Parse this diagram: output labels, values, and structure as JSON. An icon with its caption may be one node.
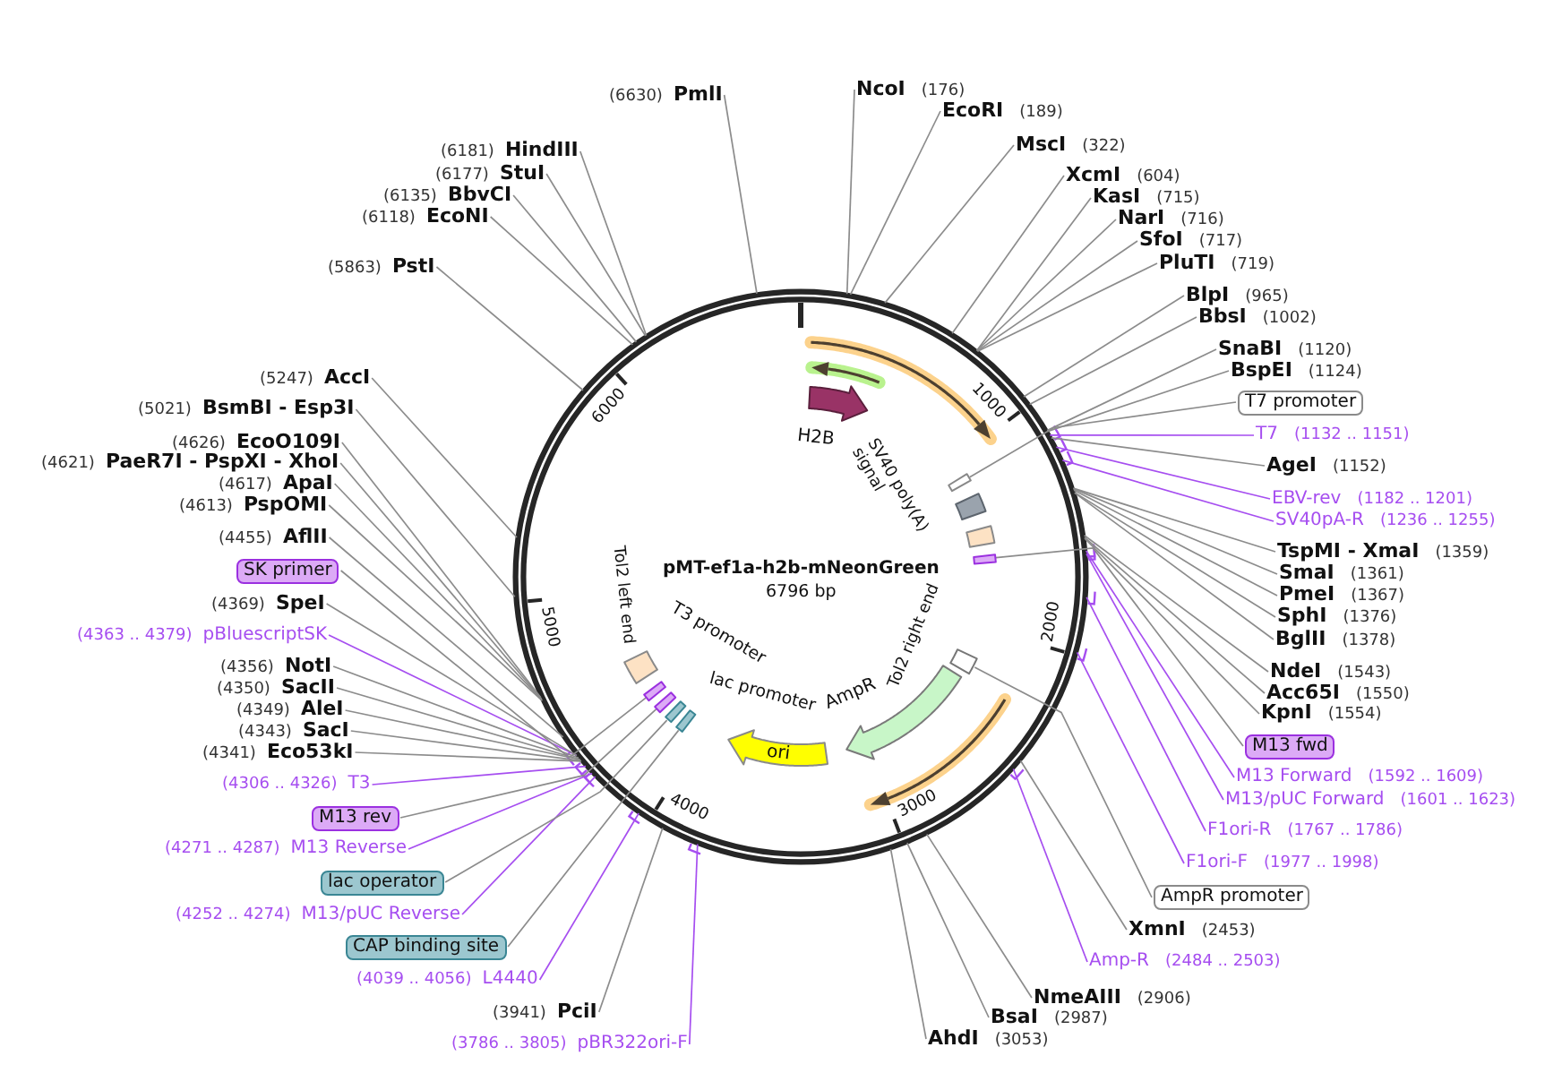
{
  "diagram": {
    "nodes": [
      {
        "text": [
          "pMT-ef1a-h2b-mNeonGreen",
          "6796 bp"
        ]
      },
      {
        "text": [
          "H2B"
        ],
        "in": 0
      },
      {
        "text": [],
        "shape": "bar",
        "in": 0
      },
      {
        "text": [
          "SV40 poly(A) signal"
        ],
        "in": 0
      },
      {
        "text": [
          "Tol2 right end"
        ],
        "in": 0
      },
      {
        "text": [],
        "shape": "bar",
        "in": 0
      },
      {
        "text": [],
        "shape": "box",
        "in": 0
      },
      {
        "text": [
          "AmpR"
        ],
        "in": 0
      },
      {
        "text": [
          "ori"
        ],
        "in": 0
      },
      {
        "text": [
          "lac promoter"
        ],
        "in": 0
      },
      {
        "text": [],
        "shape": "bar",
        "in": 0
      },
      {
        "text": [],
        "shape": "bar",
        "in": 0
      },
      {
        "text": [],
        "shape": "bar",
        "in": 0
      },
      {
        "text": [
          "T3 promoter"
        ],
        "in": 0
      },
      {
        "text": [],
        "shape": "bar",
        "in": 0
      },
      {
        "text": [
          "Tol2 left end"
        ],
        "in": 0
      },
      {
        "text": [
          "NcoI",
          "(176)"
        ]
      },
      {
        "text": [
          "EcoRI",
          "(189)"
        ]
      },
      {
        "text": [
          "MscI",
          "(322)"
        ]
      },
      {
        "text": [
          "XcmI",
          "(604)"
        ]
      },
      {
        "text": [
          "KasI",
          "(715)"
        ]
      },
      {
        "text": [
          "NarI",
          "(716)"
        ]
      },
      {
        "text": [
          "SfoI",
          "(717)"
        ]
      },
      {
        "text": [
          "PluTI",
          "(719)"
        ]
      },
      {
        "text": [
          "BlpI",
          "(965)"
        ]
      },
      {
        "text": [
          "BbsI",
          "(1002)"
        ]
      },
      {
        "text": [
          "SnaBI",
          "(1120)"
        ]
      },
      {
        "text": [
          "BspEI",
          "(1124)"
        ]
      },
      {
        "text": [
          "T7 promoter"
        ]
      },
      {
        "text": [
          "T7",
          "(1132 .. 1151)"
        ]
      },
      {
        "text": [
          "AgeI",
          "(1152)"
        ]
      },
      {
        "text": [
          "EBV-rev",
          "(1182 .. 1201)"
        ]
      },
      {
        "text": [
          "SV40pA-R",
          "(1236 .. 1255)"
        ]
      },
      {
        "text": [
          "TspMI - XmaI",
          "(1359)"
        ]
      },
      {
        "text": [
          "SmaI",
          "(1361)"
        ]
      },
      {
        "text": [
          "PmeI",
          "(1367)"
        ]
      },
      {
        "text": [
          "SphI",
          "(1376)"
        ]
      },
      {
        "text": [
          "BglII",
          "(1378)"
        ]
      },
      {
        "text": [
          "NdeI",
          "(1543)"
        ]
      },
      {
        "text": [
          "Acc65I",
          "(1550)"
        ]
      },
      {
        "text": [
          "KpnI",
          "(1554)"
        ]
      },
      {
        "text": [
          "M13 fwd"
        ]
      },
      {
        "text": [
          "M13 Forward",
          "(1592 .. 1609)"
        ]
      },
      {
        "text": [
          "M13/pUC Forward",
          "(1601 .. 1623)"
        ]
      },
      {
        "text": [
          "F1ori-R",
          "(1767 .. 1786)"
        ]
      },
      {
        "text": [
          "F1ori-F",
          "(1977 .. 1998)"
        ]
      },
      {
        "text": [
          "AmpR promoter"
        ]
      },
      {
        "text": [
          "XmnI",
          "(2453)"
        ]
      },
      {
        "text": [
          "Amp-R",
          "(2484 .. 2503)"
        ]
      },
      {
        "text": [
          "NmeAIII",
          "(2906)"
        ]
      },
      {
        "text": [
          "BsaI",
          "(2987)"
        ]
      },
      {
        "text": [
          "AhdI",
          "(3053)"
        ]
      },
      {
        "text": [
          "(3786 .. 3805)",
          "pBR322ori-F"
        ]
      },
      {
        "text": [
          "(3941)",
          "PciI"
        ]
      },
      {
        "text": [
          "(4039 .. 4056)",
          "L4440"
        ]
      },
      {
        "text": [
          "CAP binding site"
        ]
      },
      {
        "text": [
          "(4252 .. 4274)",
          "M13/pUC Reverse"
        ]
      },
      {
        "text": [
          "lac operator"
        ]
      },
      {
        "text": [
          "(4271 .. 4287)",
          "M13 Reverse"
        ]
      },
      {
        "text": [
          "M13 rev"
        ]
      },
      {
        "text": [
          "(4306 .. 4326)",
          "T3"
        ]
      },
      {
        "text": [
          "(4341)",
          "Eco53kI"
        ]
      },
      {
        "text": [
          "(4343)",
          "SacI"
        ]
      },
      {
        "text": [
          "(4349)",
          "AleI"
        ]
      },
      {
        "text": [
          "(4350)",
          "SacII"
        ]
      },
      {
        "text": [
          "(4356)",
          "NotI"
        ]
      },
      {
        "text": [
          "(4363 .. 4379)",
          "pBluescriptSK"
        ]
      },
      {
        "text": [
          "(4369)",
          "SpeI"
        ]
      },
      {
        "text": [
          "SK primer"
        ]
      },
      {
        "text": [
          "(4455)",
          "AflII"
        ]
      },
      {
        "text": [
          "(4613)",
          "PspOMI"
        ]
      },
      {
        "text": [
          "(4617)",
          "ApaI"
        ]
      },
      {
        "text": [
          "(4621)",
          "PaeR7I - PspXI - XhoI"
        ]
      },
      {
        "text": [
          "(4626)",
          "EcoO109I"
        ]
      },
      {
        "text": [
          "(5021)",
          "BsmBI - Esp3I"
        ]
      },
      {
        "text": [
          "(5247)",
          "AccI"
        ]
      },
      {
        "text": [
          "(5863)",
          "PstI"
        ]
      },
      {
        "text": [
          "(6118)",
          "EcoNI"
        ]
      },
      {
        "text": [
          "(6135)",
          "BbvCI"
        ]
      },
      {
        "text": [
          "(6177)",
          "StuI"
        ]
      },
      {
        "text": [
          "(6181)",
          "HindIII"
        ]
      },
      {
        "text": [
          "(6630)",
          "PmlI"
        ]
      }
    ],
    "edges": [
      {
        "from": 16,
        "to": 0,
        "arrow": "none"
      },
      {
        "from": 17,
        "to": 0,
        "arrow": "none"
      },
      {
        "from": 18,
        "to": 0,
        "arrow": "none"
      },
      {
        "from": 19,
        "to": 0,
        "arrow": "none"
      },
      {
        "from": 20,
        "to": 0,
        "arrow": "none"
      },
      {
        "from": 21,
        "to": 0,
        "arrow": "none"
      },
      {
        "from": 22,
        "to": 0,
        "arrow": "none"
      },
      {
        "from": 23,
        "to": 0,
        "arrow": "none"
      },
      {
        "from": 24,
        "to": 0,
        "arrow": "none"
      },
      {
        "from": 25,
        "to": 0,
        "arrow": "none"
      },
      {
        "from": 26,
        "to": 0,
        "arrow": "none"
      },
      {
        "from": 27,
        "to": 0,
        "arrow": "none"
      },
      {
        "from": 28,
        "to": 2,
        "arrow": "none"
      },
      {
        "from": 29,
        "to": 0,
        "arrow": "none",
        "color": "#a64ef0"
      },
      {
        "from": 30,
        "to": 0,
        "arrow": "none"
      },
      {
        "from": 31,
        "to": 0,
        "arrow": "none",
        "color": "#a64ef0"
      },
      {
        "from": 32,
        "to": 0,
        "arrow": "none",
        "color": "#a64ef0"
      },
      {
        "from": 33,
        "to": 0,
        "arrow": "none"
      },
      {
        "from": 34,
        "to": 0,
        "arrow": "none"
      },
      {
        "from": 35,
        "to": 0,
        "arrow": "none"
      },
      {
        "from": 36,
        "to": 0,
        "arrow": "none"
      },
      {
        "from": 37,
        "to": 0,
        "arrow": "none"
      },
      {
        "from": 38,
        "to": 0,
        "arrow": "none"
      },
      {
        "from": 39,
        "to": 0,
        "arrow": "none"
      },
      {
        "from": 40,
        "to": 0,
        "arrow": "none"
      },
      {
        "from": 41,
        "to": 5,
        "arrow": "none"
      },
      {
        "from": 42,
        "to": 0,
        "arrow": "none",
        "color": "#a64ef0"
      },
      {
        "from": 43,
        "to": 0,
        "arrow": "none",
        "color": "#a64ef0"
      },
      {
        "from": 44,
        "to": 0,
        "arrow": "none",
        "color": "#a64ef0"
      },
      {
        "from": 45,
        "to": 0,
        "arrow": "none",
        "color": "#a64ef0"
      },
      {
        "from": 46,
        "to": 6,
        "arrow": "none"
      },
      {
        "from": 47,
        "to": 0,
        "arrow": "none"
      },
      {
        "from": 48,
        "to": 0,
        "arrow": "none",
        "color": "#a64ef0"
      },
      {
        "from": 49,
        "to": 0,
        "arrow": "none"
      },
      {
        "from": 50,
        "to": 0,
        "arrow": "none"
      },
      {
        "from": 51,
        "to": 0,
        "arrow": "none"
      },
      {
        "from": 52,
        "to": 0,
        "arrow": "none",
        "color": "#a64ef0"
      },
      {
        "from": 53,
        "to": 0,
        "arrow": "none"
      },
      {
        "from": 54,
        "to": 0,
        "arrow": "none",
        "color": "#a64ef0"
      },
      {
        "from": 55,
        "to": 10,
        "arrow": "none"
      },
      {
        "from": 56,
        "to": 0,
        "arrow": "none",
        "color": "#a64ef0"
      },
      {
        "from": 57,
        "to": 11,
        "arrow": "none"
      },
      {
        "from": 58,
        "to": 0,
        "arrow": "none",
        "color": "#a64ef0"
      },
      {
        "from": 59,
        "to": 12,
        "arrow": "none"
      },
      {
        "from": 60,
        "to": 0,
        "arrow": "none",
        "color": "#a64ef0"
      },
      {
        "from": 61,
        "to": 0,
        "arrow": "none"
      },
      {
        "from": 62,
        "to": 0,
        "arrow": "none"
      },
      {
        "from": 63,
        "to": 0,
        "arrow": "none"
      },
      {
        "from": 64,
        "to": 0,
        "arrow": "none"
      },
      {
        "from": 65,
        "to": 0,
        "arrow": "none"
      },
      {
        "from": 66,
        "to": 0,
        "arrow": "none",
        "color": "#a64ef0"
      },
      {
        "from": 67,
        "to": 0,
        "arrow": "none"
      },
      {
        "from": 68,
        "to": 14,
        "arrow": "none"
      },
      {
        "from": 69,
        "to": 0,
        "arrow": "none"
      },
      {
        "from": 70,
        "to": 0,
        "arrow": "none"
      },
      {
        "from": 71,
        "to": 0,
        "arrow": "none"
      },
      {
        "from": 72,
        "to": 0,
        "arrow": "none"
      },
      {
        "from": 73,
        "to": 0,
        "arrow": "none"
      },
      {
        "from": 74,
        "to": 0,
        "arrow": "none"
      },
      {
        "from": 75,
        "to": 0,
        "arrow": "none"
      },
      {
        "from": 76,
        "to": 0,
        "arrow": "none"
      },
      {
        "from": 77,
        "to": 0,
        "arrow": "none"
      },
      {
        "from": 78,
        "to": 0,
        "arrow": "none"
      },
      {
        "from": 79,
        "to": 0,
        "arrow": "none"
      },
      {
        "from": 80,
        "to": 0,
        "arrow": "none"
      },
      {
        "from": 81,
        "to": 0,
        "arrow": "none"
      }
    ],
    "labels": [
      "1000",
      "2000",
      "3000",
      "4000",
      "5000",
      "6000"
    ]
  }
}
